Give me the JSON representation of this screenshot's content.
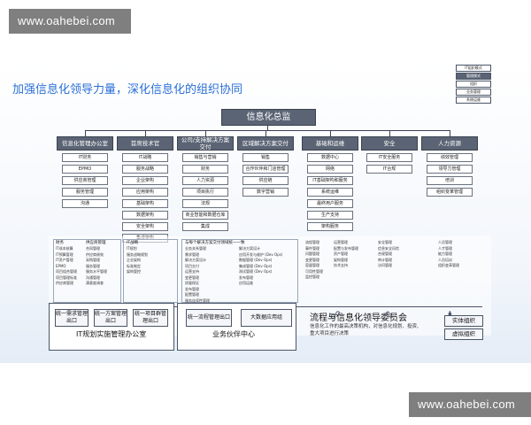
{
  "watermark_top": "www.oahebei.com",
  "watermark_bottom": "www.oahebei.com",
  "slide": {
    "title": "加强信息化领导力量，深化信息化的组织协同",
    "legend": [
      "IT组织模式",
      "管理模式",
      "组织",
      "业务管理",
      "系统运维"
    ],
    "root": "信息化总监",
    "columns": [
      {
        "head": "信息化管理办公室",
        "items": [
          "IT财务",
          "EPMO",
          "供应商管理",
          "服务管理",
          "沟通"
        ]
      },
      {
        "head": "首席技术官",
        "items": [
          "IT战略",
          "服务战略",
          "企业架构",
          "应用架构",
          "基础架构",
          "数据架构",
          "安全架构",
          "集成架构"
        ]
      },
      {
        "head": "公司/支持解决方案交付",
        "items": [
          "销售与营销",
          "财务",
          "人力资源",
          "项目执行",
          "法规",
          "商业智能和数据仓库",
          "集成"
        ]
      },
      {
        "head": "区域解决方案交付",
        "items": [
          "销售",
          "合作伙伴和门店管理",
          "供应链",
          "数字营销"
        ]
      },
      {
        "head": "基础和运维",
        "items": [
          "数据中心",
          "网络",
          "IT基础架构和服务",
          "系统运维",
          "最终用户服务",
          "生产支持",
          "架构服务"
        ]
      },
      {
        "head": "安全",
        "items": [
          "IT安全服务",
          "IT合规"
        ]
      },
      {
        "head": "人力资源",
        "items": [
          "绩效管理",
          "领导力管理",
          "培训",
          "组织变革管理"
        ]
      }
    ],
    "mid": {
      "groups": [
        {
          "title": "财务",
          "lines": [
            "IT成本核算",
            "IT预算管理",
            "IT资产管理",
            "EPMO",
            "项目组合管理",
            "项目管理标准",
            "供应商管理"
          ]
        },
        {
          "title": "供应商管理",
          "lines": [
            "合同管理",
            "供应商绩效",
            "采购管理",
            "服务管理",
            "服务水平管理",
            "沟通管理",
            "满意度调查"
          ]
        },
        {
          "title": "IT战略",
          "lines": [
            "IT规划",
            "服务战略规划",
            "企业架构",
            "标准制定",
            "架构管控"
          ]
        },
        {
          "title": "与每个解决方案交付领域统一一致",
          "lines": [
            "业务关系管理",
            "需求管理",
            "解决方案设计",
            "项目交付",
            "运营支持",
            "变更管理",
            "质量保证",
            "发布管理",
            "配置管理",
            "服务连续性管理"
          ]
        },
        {
          "title": "",
          "lines": [
            "解决方案设计",
            "应用开发与维护 (Dev Ops)",
            "数据管理 (Dev Ops)",
            "集成管理 (Dev Ops)",
            "测试管理 (Dev Ops)",
            "发布管理",
            "应用运维"
          ]
        },
        {
          "title": "",
          "lines": [
            "流程管理",
            "事件管理",
            "问题管理",
            "变更管理",
            "容量管理",
            "可用性管理",
            "监控管理"
          ]
        },
        {
          "title": "",
          "lines": [
            "运营管理",
            "配置与发布管理",
            "资产管理",
            "架构管理",
            "技术支持"
          ]
        },
        {
          "title": "",
          "lines": [
            "安全管理",
            "信息安全风险",
            "合规管理",
            "审计管理",
            "访问管理"
          ]
        },
        {
          "title": "",
          "lines": [
            "人员管理",
            "人才管理",
            "能力管理",
            "人员培训",
            "组织变革管理"
          ]
        }
      ]
    },
    "bottom": {
      "itpo_buttons": [
        "统一需求管理出口",
        "统一方案管理出口",
        "统一项目群管理出口"
      ],
      "itpo_label": "IT规划实施管理办公室",
      "partner_buttons": [
        "统一流程管理出口"
      ],
      "bigdata_button": "大数据应用组",
      "partner_label": "业务伙伴中心",
      "committee_title": "流程与信息化领导委员会",
      "committee_desc": "信息化工作的最高决策机构，对信息化规划、投资、重大项目进行决策",
      "org_buttons": [
        "实体组织",
        "虚拟组织"
      ]
    }
  }
}
